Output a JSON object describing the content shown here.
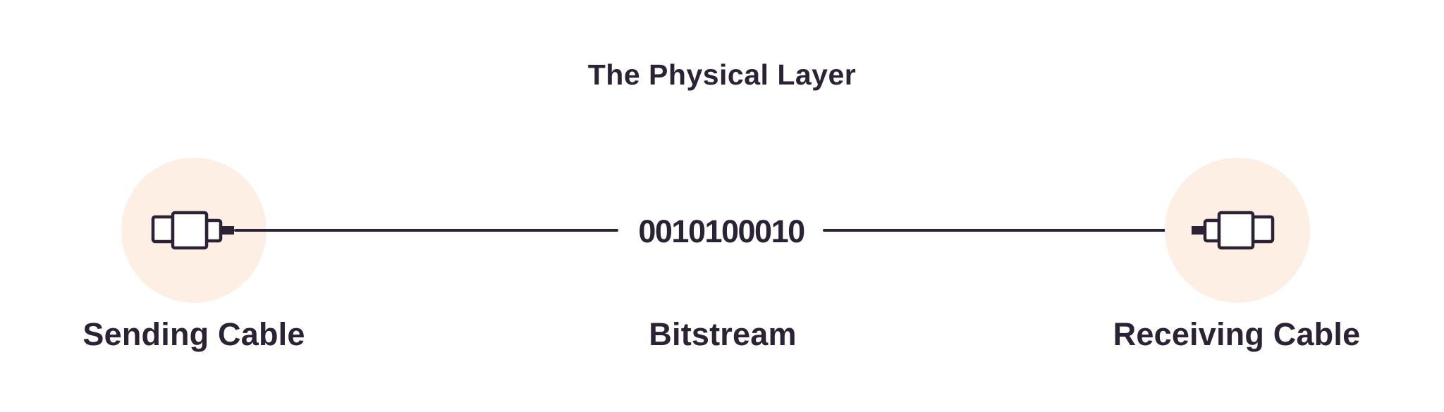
{
  "title": "The Physical Layer",
  "bitstream": "0010100010",
  "labels": {
    "sending": "Sending Cable",
    "bitstream": "Bitstream",
    "receiving": "Receiving Cable"
  },
  "icons": {
    "left": "usb-connector-icon",
    "right": "usb-connector-icon"
  },
  "colors": {
    "ink": "#2B2335",
    "peach": "#FDEFE4",
    "background": "#FFFFFF"
  }
}
